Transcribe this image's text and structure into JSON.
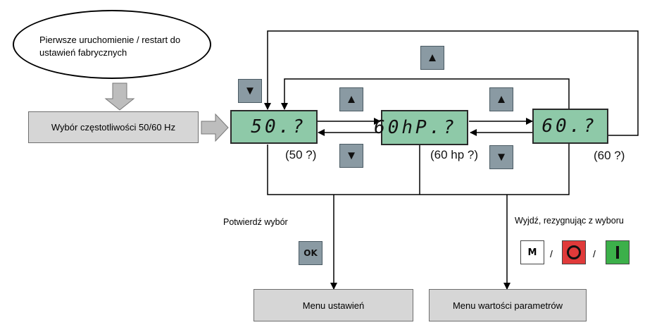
{
  "start": {
    "text": "Pierwsze uruchomienie / restart do ustawień fabrycznych"
  },
  "freq_select": {
    "label": "Wybór częstotliwości 50/60 Hz"
  },
  "displays": [
    {
      "code": "50.?",
      "caption": "(50 ?)"
    },
    {
      "code": "60hP.?",
      "caption": "(60 hp ?)"
    },
    {
      "code": "60.?",
      "caption": "(60 ?)"
    }
  ],
  "confirm": {
    "label": "Potwierdź wybór",
    "key": "OK"
  },
  "exit": {
    "label": "Wyjdź, rezygnując z wyboru",
    "sep": "/",
    "m_key": "M"
  },
  "outputs": {
    "settings_menu": "Menu ustawień",
    "param_menu": "Menu wartości parametrów"
  },
  "colors": {
    "display": "#8ec9a8",
    "key": "#8a9aa3",
    "box": "#d6d6d6",
    "stop": "#e03a3a",
    "run": "#3cb04a"
  },
  "icons": {
    "up": "up-arrow-icon",
    "down": "down-arrow-icon"
  }
}
